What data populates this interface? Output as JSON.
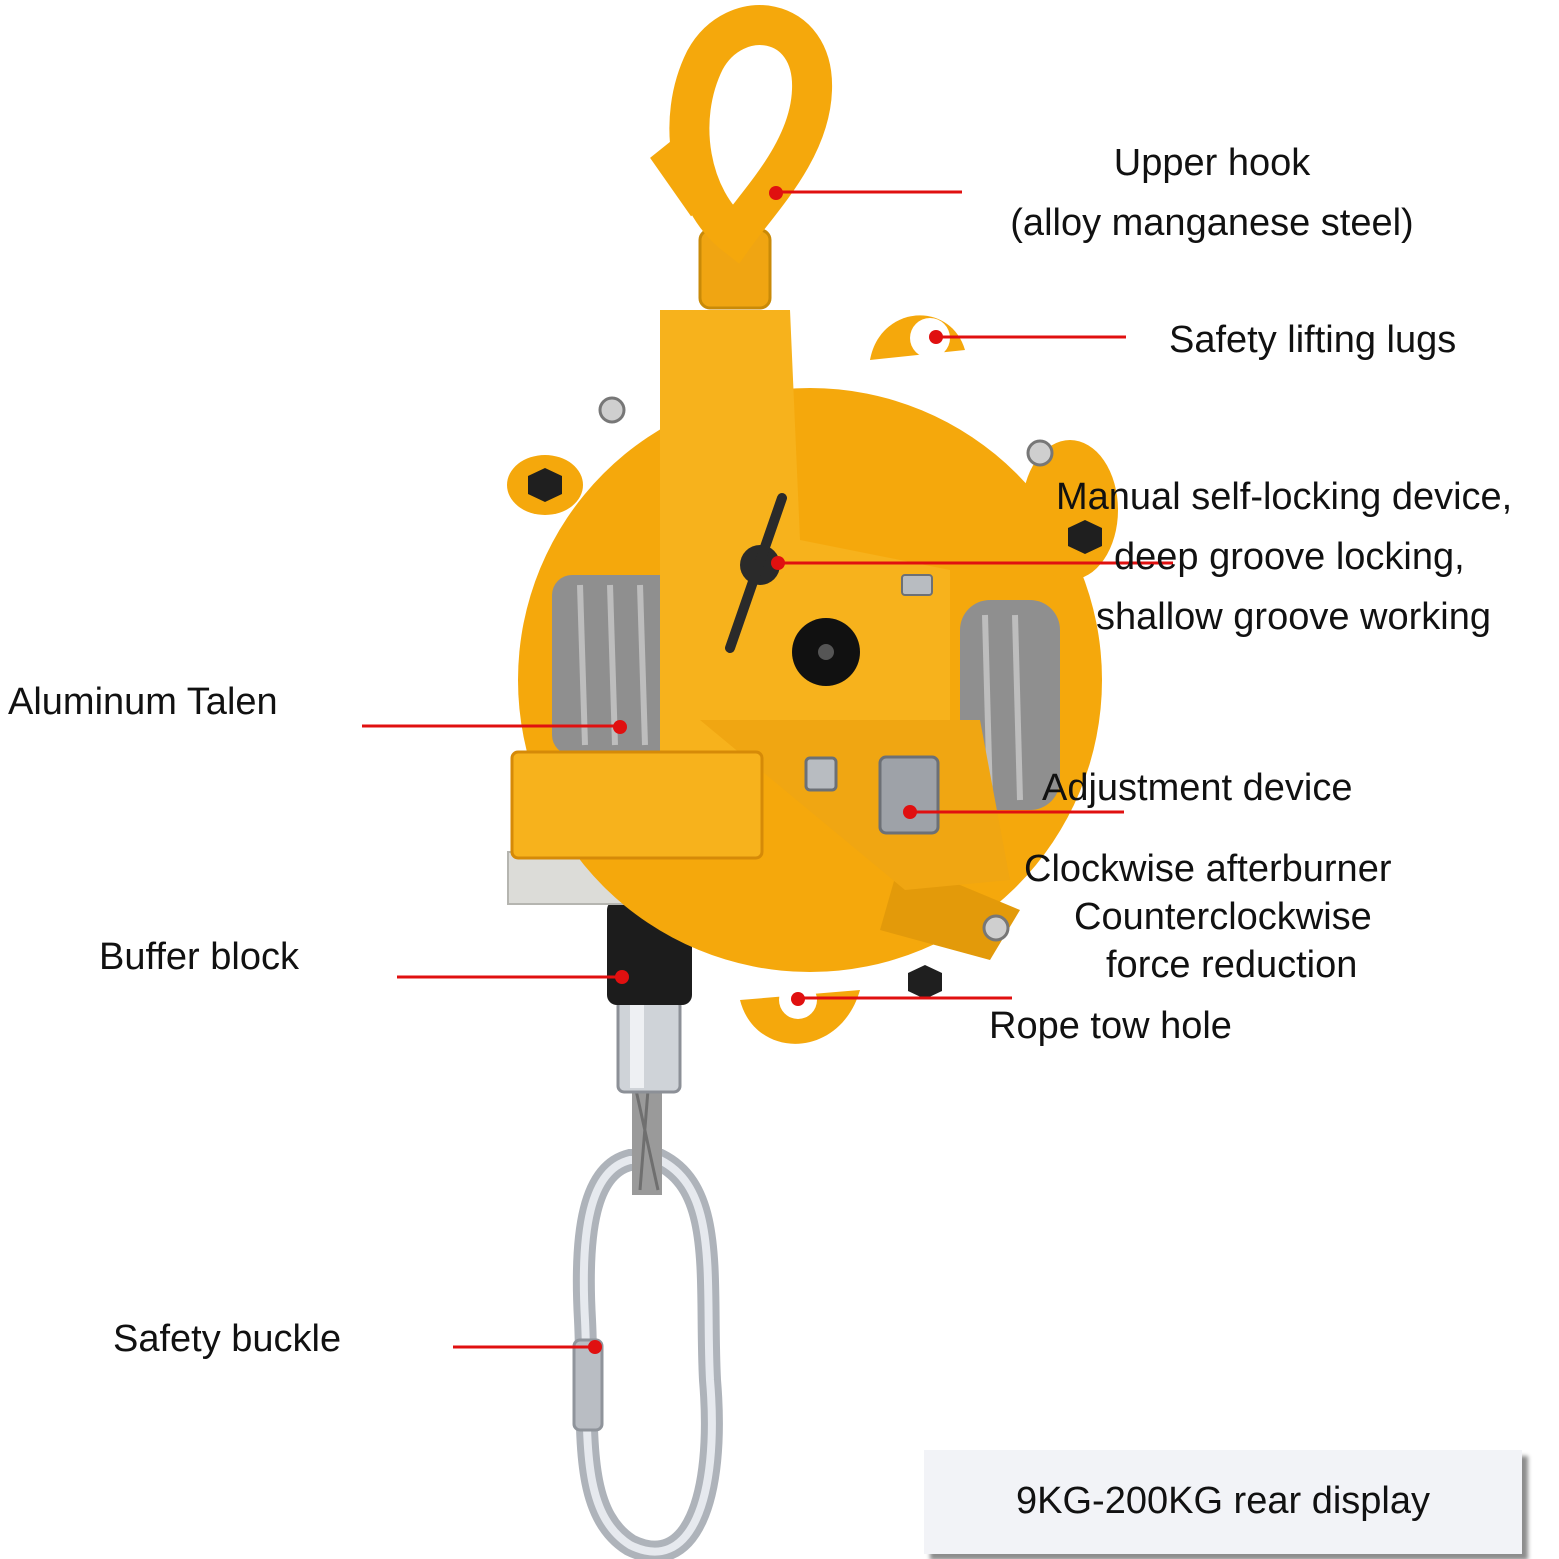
{
  "labels": {
    "upper_hook": [
      "Upper hook",
      "(alloy manganese steel)"
    ],
    "safety_lifting_lugs": [
      "Safety lifting lugs"
    ],
    "manual_self_locking": [
      "Manual self-locking device,",
      "deep groove locking,",
      "shallow groove working"
    ],
    "aluminum_talen": [
      "Aluminum Talen"
    ],
    "adjustment_device": [
      "Adjustment device"
    ],
    "clockwise_afterburner": [
      "Clockwise afterburner",
      "Counterclockwise",
      "force reduction"
    ],
    "buffer_block": [
      "Buffer block"
    ],
    "rope_tow_hole": [
      "Rope tow hole"
    ],
    "safety_buckle": [
      "Safety buckle"
    ]
  },
  "caption": "9KG-200KG rear display",
  "colors": {
    "body": "#f5a80c",
    "body_dark": "#d9890a",
    "leader_line": "#e01010",
    "cable": "#8e8e8e",
    "steel": "#c9ccd1"
  }
}
